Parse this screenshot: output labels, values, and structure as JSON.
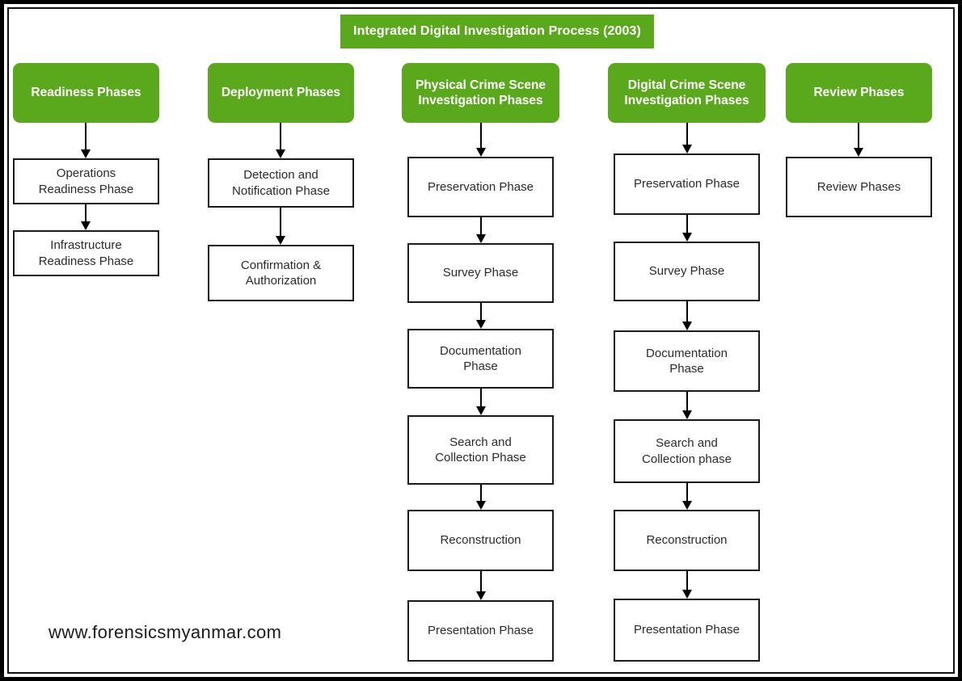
{
  "diagram": {
    "title": "Integrated Digital Investigation Process (2003)",
    "watermark": "www.forensicsmyanmar.com",
    "accent_color": "#5aa81c",
    "box_border_color": "#1a1a1a",
    "text_color": "#2b2b2b",
    "header_text_color": "#ffffff",
    "type": "flowchart",
    "columns": [
      {
        "header": "Readiness Phases",
        "steps": [
          "Operations\nReadiness Phase",
          "Infrastructure\nReadiness Phase"
        ]
      },
      {
        "header": "Deployment Phases",
        "steps": [
          "Detection and\nNotification Phase",
          "Confirmation &\nAuthorization"
        ]
      },
      {
        "header": "Physical Crime Scene\nInvestigation Phases",
        "steps": [
          "Preservation Phase",
          "Survey Phase",
          "Documentation\nPhase",
          "Search and\nCollection Phase",
          "Reconstruction",
          "Presentation Phase"
        ]
      },
      {
        "header": "Digital Crime Scene\nInvestigation Phases",
        "steps": [
          "Preservation Phase",
          "Survey Phase",
          "Documentation\nPhase",
          "Search and\nCollection phase",
          "Reconstruction",
          "Presentation Phase"
        ]
      },
      {
        "header": "Review Phases",
        "steps": [
          "Review Phases"
        ]
      }
    ]
  }
}
